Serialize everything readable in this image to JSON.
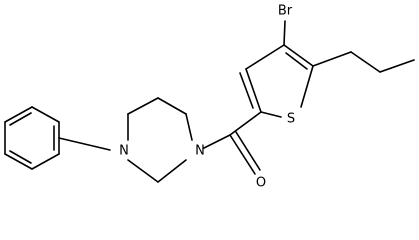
{
  "structure": {
    "colors": {
      "bond": "#000000",
      "label": "#000000",
      "background": "#ffffff"
    },
    "atoms": [
      {
        "id": "br",
        "label": "Br"
      },
      {
        "id": "s",
        "label": "S"
      },
      {
        "id": "n1",
        "label": "N"
      },
      {
        "id": "n2",
        "label": "N"
      },
      {
        "id": "o",
        "label": "O"
      }
    ]
  }
}
